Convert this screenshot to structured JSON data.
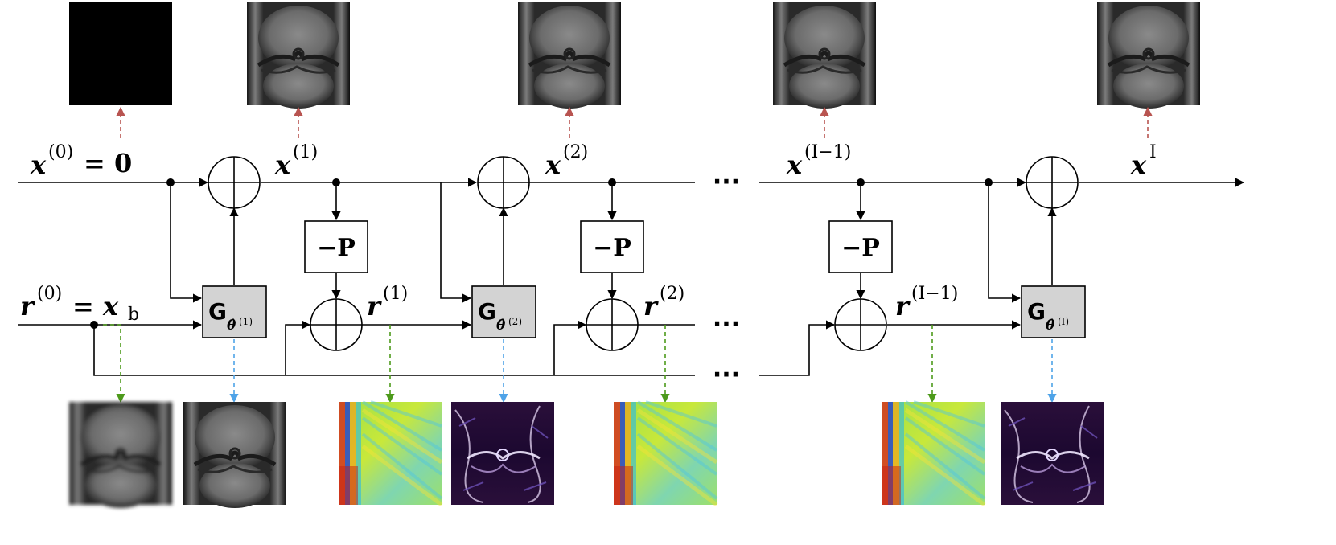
{
  "labels": {
    "x0": {
      "base": "x",
      "sup": "(0)",
      "rhs": "= 0"
    },
    "x1": {
      "base": "x",
      "sup": "(1)"
    },
    "x2": {
      "base": "x",
      "sup": "(2)"
    },
    "xIm1": {
      "base": "x",
      "sup": "(I−1)"
    },
    "xI": {
      "base": "x",
      "sup": "I"
    },
    "r0": {
      "base": "r",
      "sup": "(0)",
      "rhs_base": "= x",
      "rhs_sub": "b"
    },
    "r1": {
      "base": "r",
      "sup": "(1)"
    },
    "r2": {
      "base": "r",
      "sup": "(2)"
    },
    "rIm1": {
      "base": "r",
      "sup": "(I−1)"
    }
  },
  "blocks": {
    "projection": {
      "label": "−P"
    },
    "generators": [
      {
        "base": "G",
        "sub": "θ̂",
        "sup": "(1)"
      },
      {
        "base": "G",
        "sub": "θ̂",
        "sup": "(2)"
      },
      {
        "base": "G",
        "sub": "θ̂",
        "sup": "(I)"
      }
    ]
  },
  "continuation": "···",
  "colors": {
    "line": "#000000",
    "block_fill": "#d3d3d3",
    "arrow_red": "#b85450",
    "arrow_green": "#4d9a1b",
    "arrow_blue": "#4ea3e8"
  },
  "top_images": [
    {
      "kind": "black-square"
    },
    {
      "kind": "mri-knee"
    },
    {
      "kind": "mri-knee"
    },
    {
      "kind": "mri-knee"
    },
    {
      "kind": "mri-knee"
    }
  ],
  "bottom_images": [
    {
      "kind": "mri-knee-blurry"
    },
    {
      "kind": "mri-knee"
    },
    {
      "kind": "residual-heatmap"
    },
    {
      "kind": "gradient-map"
    },
    {
      "kind": "residual-heatmap"
    },
    {
      "kind": "residual-heatmap"
    },
    {
      "kind": "gradient-map"
    }
  ]
}
